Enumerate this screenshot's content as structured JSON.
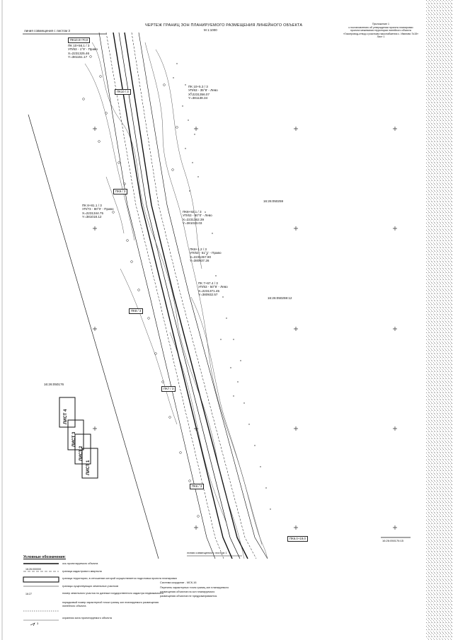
{
  "header": {
    "title": "ЧЕРТЕЖ ГРАНИЦ ЗОН ПЛАНИРУЕМОГО РАЗМЕЩЕНИЯ ЛИНЕЙНОГО ОБЪЕКТА",
    "scale": "М 1:1000",
    "appendix_lines": [
      "Приложение 1",
      "к постановлению об утверждении проекта планировки",
      "проекта межевания территории линейного объекта",
      "«Газопровод-отвод к участкам газоснабжения с. Иваново 7к15»",
      "Лист 1"
    ],
    "match_top": "линия совмещения с листом 3",
    "match_bottom": "линия совмещения с листом 1"
  },
  "pickets": [
    {
      "id": "pk-10-top",
      "text": "ПК10.0+70,0"
    },
    {
      "id": "pk-10-56",
      "lines": [
        "ПК 10+56.1 / 3",
        "УП/63 - 1°9' - Право",
        "X=2231325.46",
        "Y=381151.17"
      ]
    },
    {
      "id": "pk-10",
      "text": "ПК10 / 3"
    },
    {
      "id": "pk-10-5",
      "lines": [
        "ПК 10+5.3 / 3",
        "УП/63 - 35°8' - Лево",
        "X=2231356.07",
        "Y=381138.34"
      ]
    },
    {
      "id": "pk-9",
      "text": "ПК9 / 3"
    },
    {
      "id": "pk-8-81",
      "lines": [
        "ПК 8+81.1 / 3",
        "УП/73 - 80°0' - Право",
        "X=2231344.75",
        "Y=381018.12"
      ]
    },
    {
      "id": "pk-8-92",
      "lines": [
        "ПК8+92.1 / 3",
        "УП/63 - 80°0' - Лево",
        "X=2231362.39",
        "Y=381023.03"
      ]
    },
    {
      "id": "pk-8-1",
      "lines": [
        "ПК8+1.2 / 3",
        "УП/63 - 51°1' - Право",
        "X=2231357.90",
        "Y=380937.26"
      ]
    },
    {
      "id": "pk-7-67",
      "lines": [
        "ПК 7+67.4 / 3",
        "УП/63 - 50°8' - Лево",
        "X=2231371.45",
        "Y=380932.57"
      ]
    },
    {
      "id": "pk-8",
      "text": "ПК8 / 3"
    },
    {
      "id": "pk-7",
      "text": "ПК7 / 3"
    },
    {
      "id": "pk-6",
      "text": "ПК6 / 3"
    },
    {
      "id": "pk-6-0",
      "text": "ПК6.0+19,0"
    }
  ],
  "cadastral": [
    {
      "id": "q1",
      "text": "16:26:050259"
    },
    {
      "id": "q2",
      "text": "16:26:050259:12"
    },
    {
      "id": "q3",
      "text": "16:26:050176"
    },
    {
      "id": "q4",
      "text": "16:26:050176:15"
    }
  ],
  "sheet_index": [
    "ЛИСТ 4",
    "ЛИСТ 3",
    "ЛИСТ 2",
    "ЛИСТ 1"
  ],
  "legend": {
    "title": "Условные обозначения:",
    "items": [
      "ось проектируемого объекта",
      "граница кадастрового квартала",
      "граница территории, в отношении которой осуществляется подготовка проекта планировки",
      "границы существующих земельных участков",
      "номер земельного участка по данным государственного кадастра недвижимости",
      "порядковый номер характерной точки границ зон планируемого размещения линейного объекта",
      "охранная зона проектируемого объекта"
    ],
    "sample_labels": [
      "16:26:000000",
      "16:27",
      "3"
    ],
    "notes": [
      "Система координат - МСК-16",
      "Перечень характерных точек границ зон планируемого",
      "размещения объектов на зон планируемого",
      "размещения объектов не предусматривается."
    ]
  }
}
